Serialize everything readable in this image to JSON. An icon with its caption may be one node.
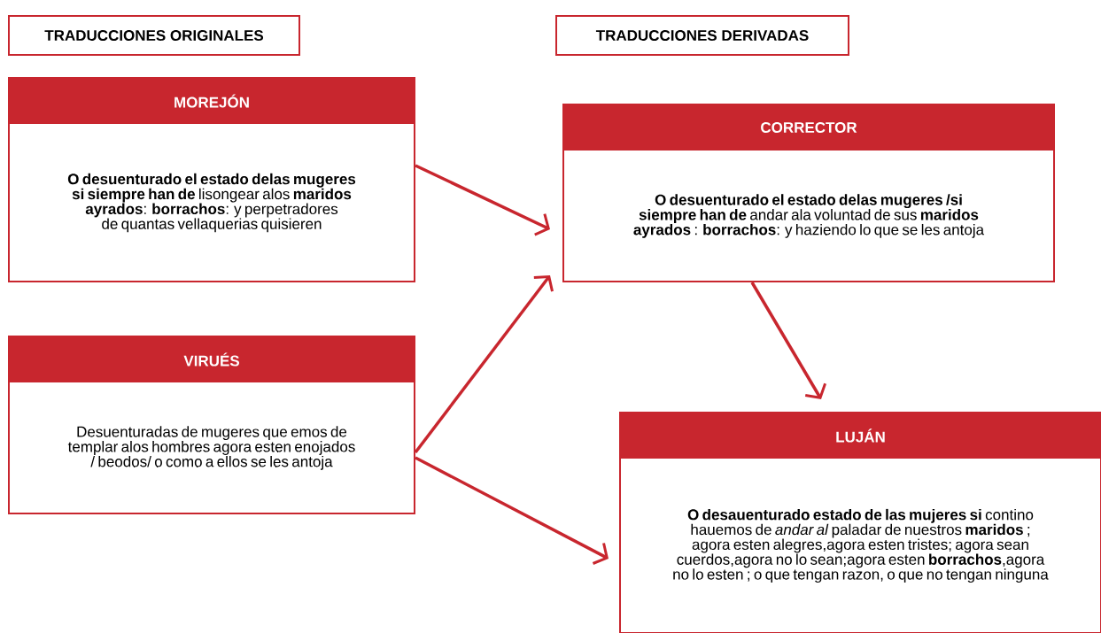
{
  "diagram": {
    "nodes": [
      {
        "text": [
          "TRADUCCIONES ORIGINALES"
        ]
      },
      {
        "text": [
          "TRADUCCIONES DERIVADAS"
        ]
      },
      {
        "text": [
          "MOREJÓN",
          "**O desuenturado el estado delas mugeres si siempre han de** lisongear alos **maridos ayrados**: **borrachos**: y perpetradores de quantas vellaquerias quisieren"
        ]
      },
      {
        "text": [
          "VIRUÉS",
          "Desuenturadas de mugeres que emos de templar alos hombres agora esten enojados / beodos/ o como a ellos se les antoja"
        ]
      },
      {
        "text": [
          "CORRECTOR",
          "**O desuenturado el estado delas mugeres /si siempre han de** andar ala voluntad de sus **maridos ayrados** : **borrachos**: y haziendo lo que se les antoja"
        ]
      },
      {
        "text": [
          "LUJÁN",
          "**O desauenturado estado de las mujeres si** contino hauemos de *andar al* paladar de nuestros **maridos** ; agora esten alegres,agora esten tristes; agora sean cuerdos,agora no lo sean;agora esten **borrachos**,agora no lo esten ; o que tengan razon, o que no tengan ninguna"
        ]
      }
    ],
    "edges": [
      {
        "from": 2,
        "to": 4,
        "arrow": "to"
      },
      {
        "from": 3,
        "to": 4,
        "arrow": "to"
      },
      {
        "from": 3,
        "to": 5,
        "arrow": "to"
      },
      {
        "from": 4,
        "to": 5,
        "arrow": "to"
      }
    ]
  }
}
